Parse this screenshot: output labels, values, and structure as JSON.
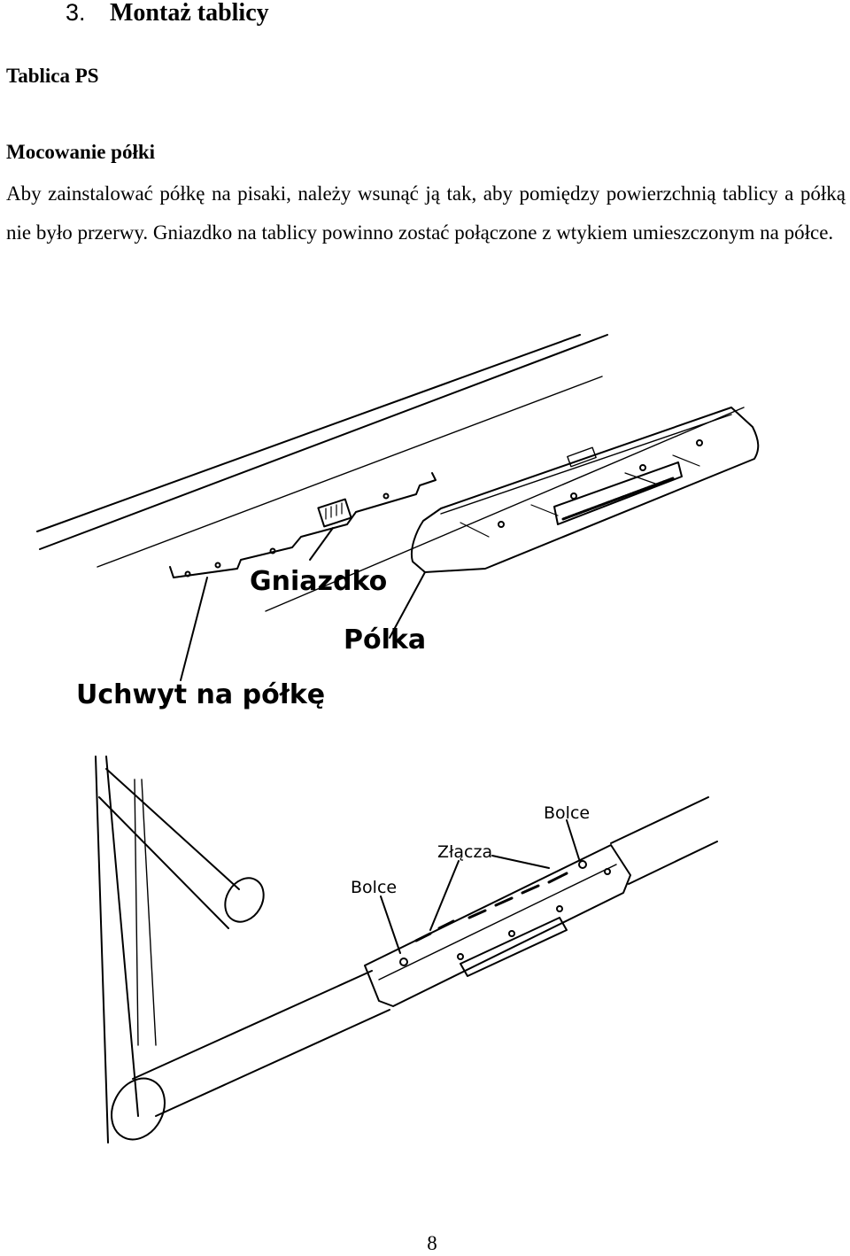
{
  "section": {
    "number": "3.",
    "title": "Montaż tablicy"
  },
  "subsection_title": "Tablica PS",
  "topic_title": "Mocowanie półki",
  "body_text": "Aby zainstalować półkę na pisaki, należy wsunąć ją tak, aby pomiędzy powierzchnią tablicy a półką nie było przerwy. Gniazdko na tablicy powinno zostać połączone z wtykiem umieszczonym na półce.",
  "figure_top": {
    "labels": {
      "socket": "Gniazdko",
      "shelf": "Pólka",
      "shelf_holder": "Uchwyt na półkę"
    }
  },
  "figure_bottom": {
    "labels": {
      "pins_left": "Bolce",
      "connectors": "Złącza",
      "pins_right": "Bolce"
    }
  },
  "page_number": "8"
}
